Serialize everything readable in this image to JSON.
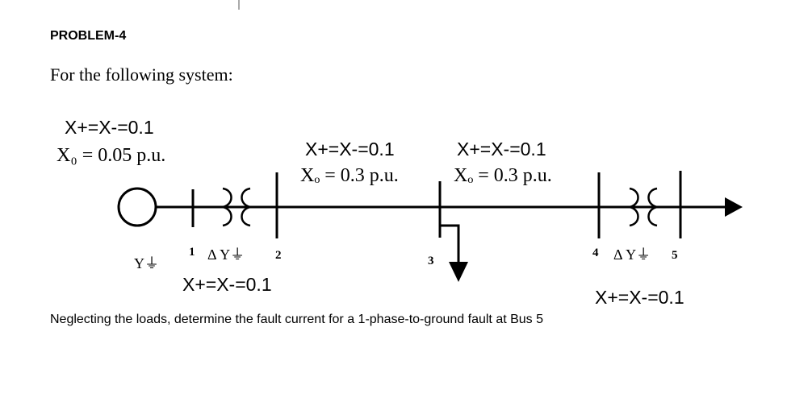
{
  "heading": "PROBLEM-4",
  "intro": "For the following system:",
  "generator": {
    "x_pos_neg": "X+=X-=0.1",
    "x_zero": "X₀ = 0.05 p.u.",
    "connection": "Y⏚"
  },
  "line_2_3": {
    "x_pos_neg": "X+=X-=0.1",
    "x_zero": "Xₒ = 0.3 p.u."
  },
  "line_3_4": {
    "x_pos_neg": "X+=X-=0.1",
    "x_zero": "Xₒ = 0.3 p.u."
  },
  "transformer_1": {
    "connection": "Δ Y⏚",
    "x_pos_neg": "X+=X-=0.1"
  },
  "transformer_2": {
    "connection": "Δ Y⏚",
    "x_pos_neg": "X+=X-=0.1"
  },
  "buses": [
    "1",
    "2",
    "3",
    "4",
    "5"
  ],
  "footer": "Neglecting the loads, determine the fault current for a 1-phase-to-ground fault at Bus 5"
}
